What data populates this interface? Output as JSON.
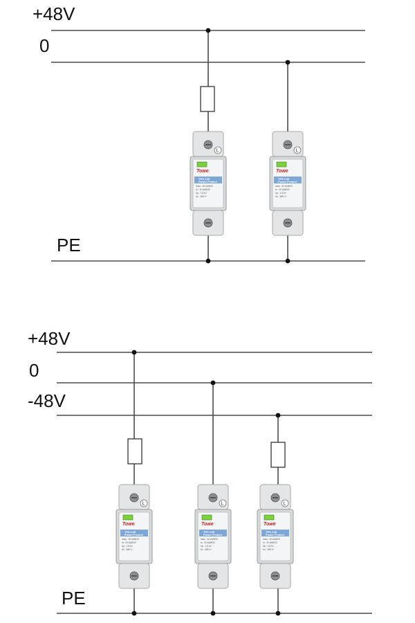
{
  "diagram1": {
    "labels": {
      "positive": "+48V",
      "zero": "0",
      "pe": "PE"
    },
    "devices": [
      {
        "fused": true,
        "rail": "positive"
      },
      {
        "fused": false,
        "rail": "zero"
      }
    ]
  },
  "diagram2": {
    "labels": {
      "positive": "+48V",
      "zero": "0",
      "negative": "-48V",
      "pe": "PE"
    },
    "devices": [
      {
        "fused": true,
        "rail": "positive"
      },
      {
        "fused": false,
        "rail": "zero"
      },
      {
        "fused": true,
        "rail": "negative"
      }
    ]
  },
  "spd": {
    "terminal_mark": "L",
    "brand": "Towe",
    "model": "TPS C40",
    "band_sub": "Power Protect",
    "specs": [
      "Imax : 40 kA/8/20",
      "In : 20 kA/8/20",
      "Up : 1.8 kV",
      "Uc : 385 V~"
    ]
  },
  "colors": {
    "wire": "#4a4a4a",
    "status_window": "#7bd23a",
    "brand": "#d42020",
    "label_band": "#7fa7d6"
  }
}
